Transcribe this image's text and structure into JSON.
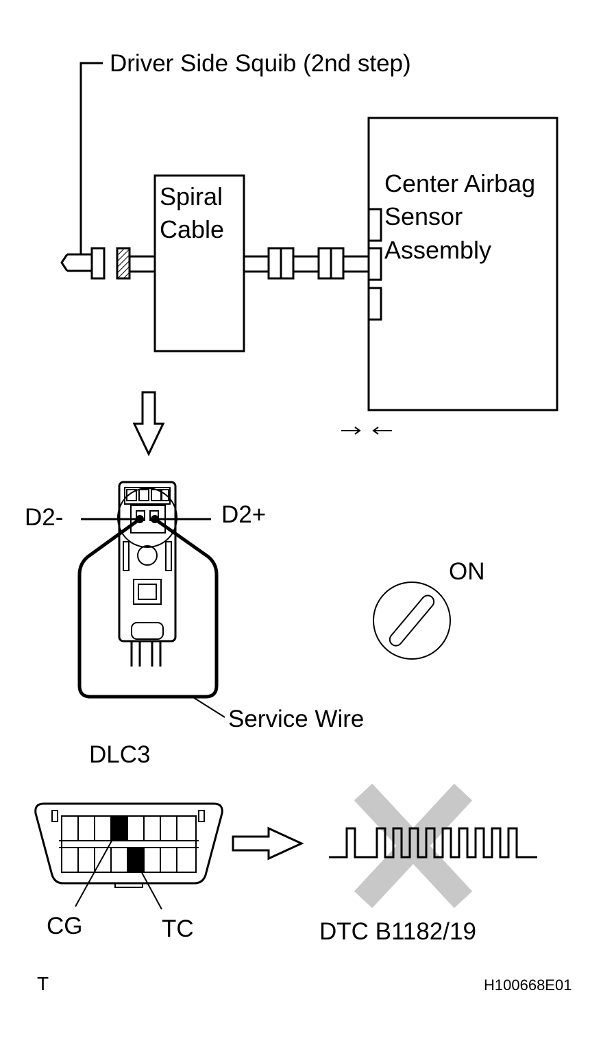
{
  "labels": {
    "squib": "Driver Side Squib (2nd step)",
    "spiral_1": "Spiral",
    "spiral_2": "Cable",
    "sensor_1": "Center Airbag",
    "sensor_2": "Sensor",
    "sensor_3": "Assembly",
    "d2_minus": "D2-",
    "d2_plus": "D2+",
    "on": "ON",
    "service_wire": "Service Wire",
    "dlc3": "DLC3",
    "cg": "CG",
    "tc": "TC",
    "dtc": "DTC B1182/19",
    "corner_t": "T",
    "figure_id": "H100668E01"
  },
  "colors": {
    "line": "#000000",
    "cross": "#c8c8c8",
    "background": "#ffffff"
  },
  "icons": {
    "down_arrow": "hollow-down-arrow-icon",
    "right_arrow": "hollow-right-arrow-icon",
    "ignition": "ignition-switch-icon",
    "cross": "cross-mark-icon"
  }
}
